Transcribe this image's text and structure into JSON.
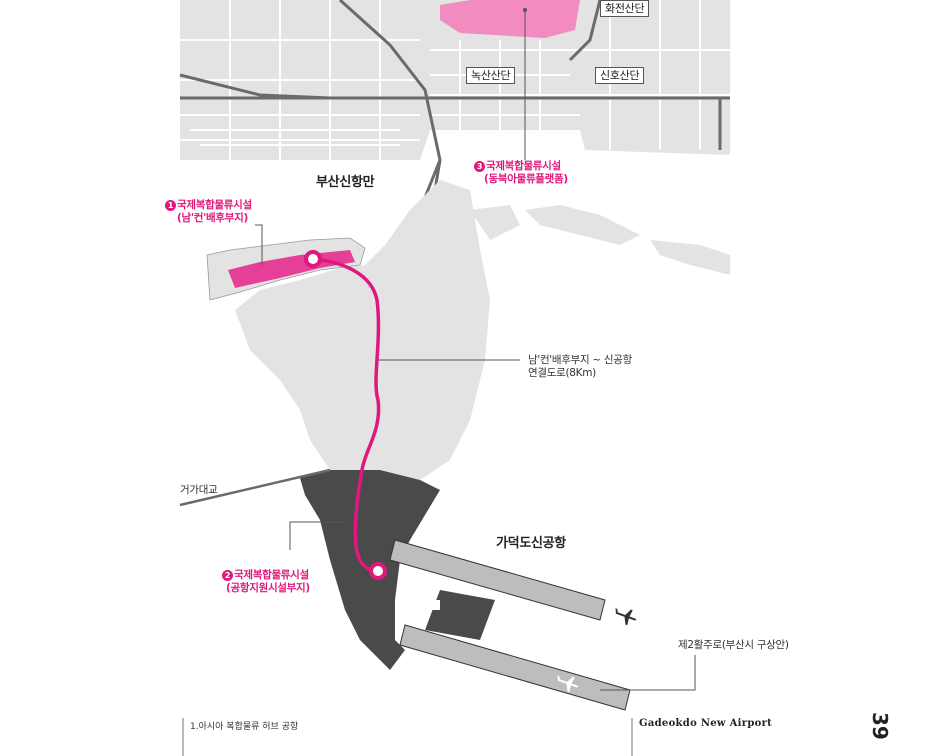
{
  "map": {
    "labels": {
      "hwajeon": "화전산단",
      "noksan": "녹산산단",
      "sinho": "신호산단",
      "busan_newport_bay": "부산신항만",
      "geoga_bridge": "거가대교",
      "gadeokdo_airport": "가덕도신공항",
      "ring_road": "제2활주로(부산시 구상안)"
    },
    "facilities": [
      {
        "number": "1",
        "name": "국제복합물류시설",
        "detail": "(남'컨'배후부지)"
      },
      {
        "number": "2",
        "name": "국제복합물류시설",
        "detail": "(공항지원시설부지)"
      },
      {
        "number": "3",
        "name": "국제복합물류시설",
        "detail": "(동북아물류플랫폼)"
      }
    ],
    "connector_road": {
      "line1": "남'컨'배후부지 ~ 신공항",
      "line2": "연결도로(8Km)"
    },
    "colors": {
      "highlight": "#e0187c",
      "highlight_fill": "#f28cc0",
      "land": "#e3e3e3",
      "airport_land": "#4a4a4a",
      "road": "#6a6a6a",
      "runway": "#bdbdbd"
    }
  },
  "footer": {
    "section": "1.아시아 복합물류 허브 공항",
    "title": "Gadeokdo New Airport",
    "page": "39"
  }
}
